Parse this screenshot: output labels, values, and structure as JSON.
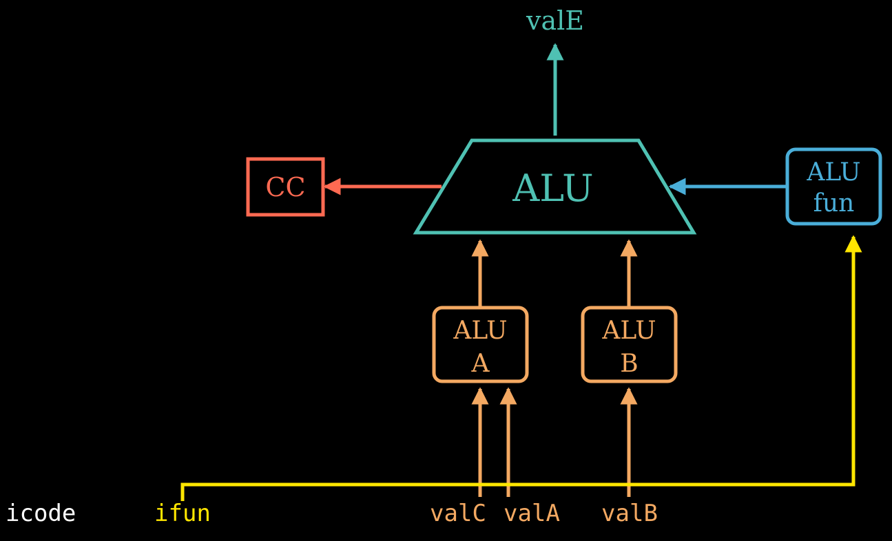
{
  "colors": {
    "background": "#000000",
    "alu": "#4fc1b3",
    "cc": "#ff6a52",
    "alufun": "#4aaed9",
    "operand": "#f4a962",
    "control": "#ffe600",
    "plain_text": "#ffffff"
  },
  "alu": {
    "label": "ALU"
  },
  "cc": {
    "label": "CC"
  },
  "alu_fun": {
    "line1": "ALU",
    "line2": "fun"
  },
  "alu_a": {
    "line1": "ALU",
    "line2": "A"
  },
  "alu_b": {
    "line1": "ALU",
    "line2": "B"
  },
  "outputs": {
    "valE": "valE"
  },
  "inputs": {
    "icode": "icode",
    "ifun": "ifun",
    "valC": "valC",
    "valA": "valA",
    "valB": "valB"
  }
}
